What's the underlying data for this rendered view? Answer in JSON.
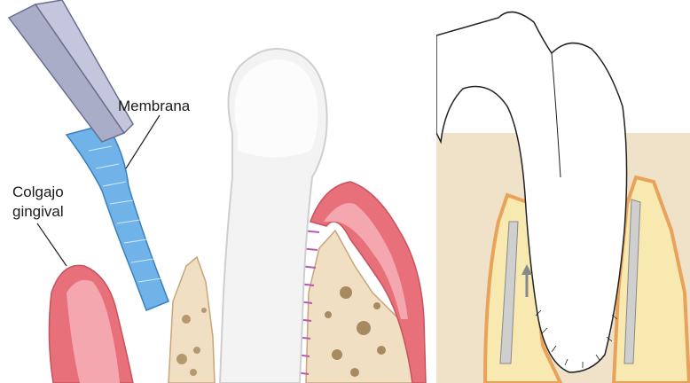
{
  "left_figure": {
    "labels": {
      "membrane": "Membrana",
      "flap_line1": "Colgajo",
      "flap_line2": "gingival"
    },
    "colors": {
      "forceps": "#a9adc7",
      "membrane": "#6fb3e8",
      "gum": "#e8707a",
      "gum_light": "#f4a7ae",
      "enamel": "#eeeeee",
      "bone": "#f0dfc3",
      "periodontal_ligament": "#b65ab0"
    }
  },
  "right_figure": {
    "colors": {
      "bone": "#f7e9b0",
      "bone_edge": "#e9a25a",
      "outline": "#222222",
      "membrane": "#cfcfcf",
      "background_tissue": "#efe2c8"
    }
  }
}
